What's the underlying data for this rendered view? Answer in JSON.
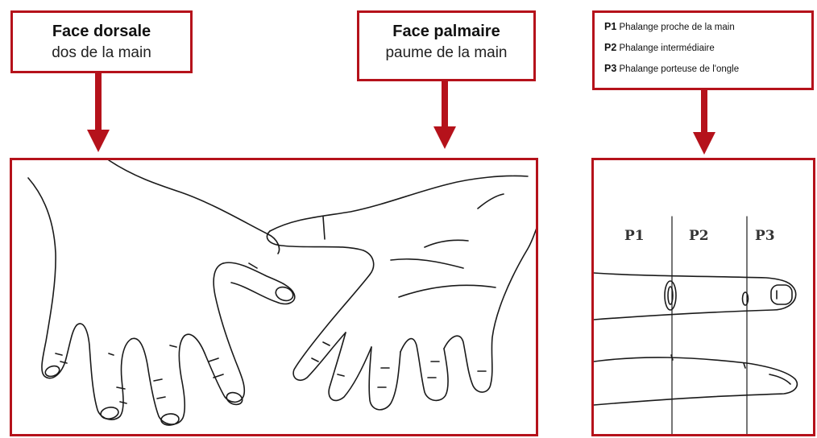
{
  "labels": {
    "dorsal": {
      "title": "Face dorsale",
      "subtitle": "dos de la main"
    },
    "palmaire": {
      "title": "Face palmaire",
      "subtitle": "paume de la main"
    }
  },
  "legend": [
    {
      "code": "P1",
      "text": "Phalange proche de la main"
    },
    {
      "code": "P2",
      "text": "Phalange intermédiaire"
    },
    {
      "code": "P3",
      "text": "Phalange porteuse de l'ongle"
    }
  ],
  "finger_panel": {
    "headers": [
      "P1",
      "P2",
      "P3"
    ]
  },
  "colors": {
    "accent": "#b5121b",
    "line": "#1a1a1a"
  }
}
